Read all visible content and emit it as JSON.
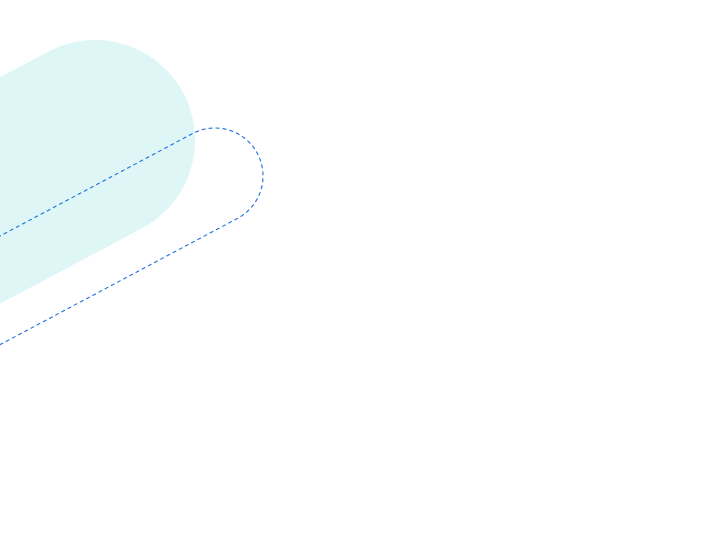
{
  "colors": {
    "background": "#ffffff",
    "capsule_fill": "#dff6f6",
    "dashed_outline": "#1f6fe0"
  },
  "shapes": {
    "filled_capsule": {
      "kind": "rounded-pill",
      "style": "solid fill"
    },
    "dashed_capsule": {
      "kind": "rounded-pill",
      "style": "dashed outline"
    }
  }
}
